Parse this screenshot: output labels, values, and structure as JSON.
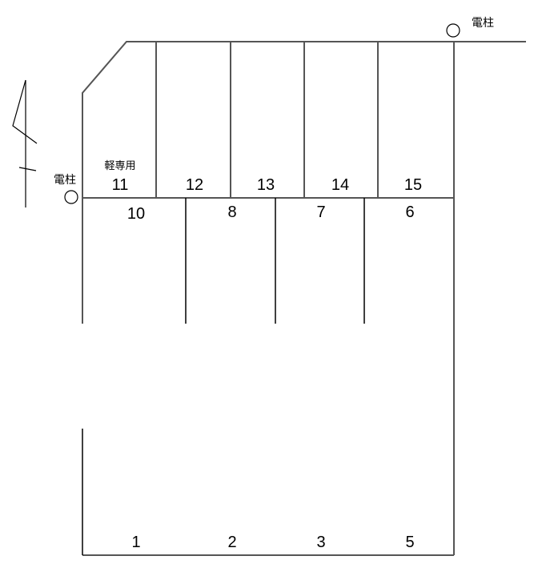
{
  "diagram": {
    "type": "parking-lot-layout",
    "poles": [
      {
        "label": "電柱",
        "position": "top-right"
      },
      {
        "label": "電柱",
        "position": "left"
      }
    ],
    "compact_only_label": "軽専用",
    "top_row": [
      "11",
      "12",
      "13",
      "14",
      "15"
    ],
    "middle_row": [
      "10",
      "8",
      "7",
      "6"
    ],
    "bottom_row": [
      "1",
      "2",
      "3",
      "5"
    ]
  }
}
